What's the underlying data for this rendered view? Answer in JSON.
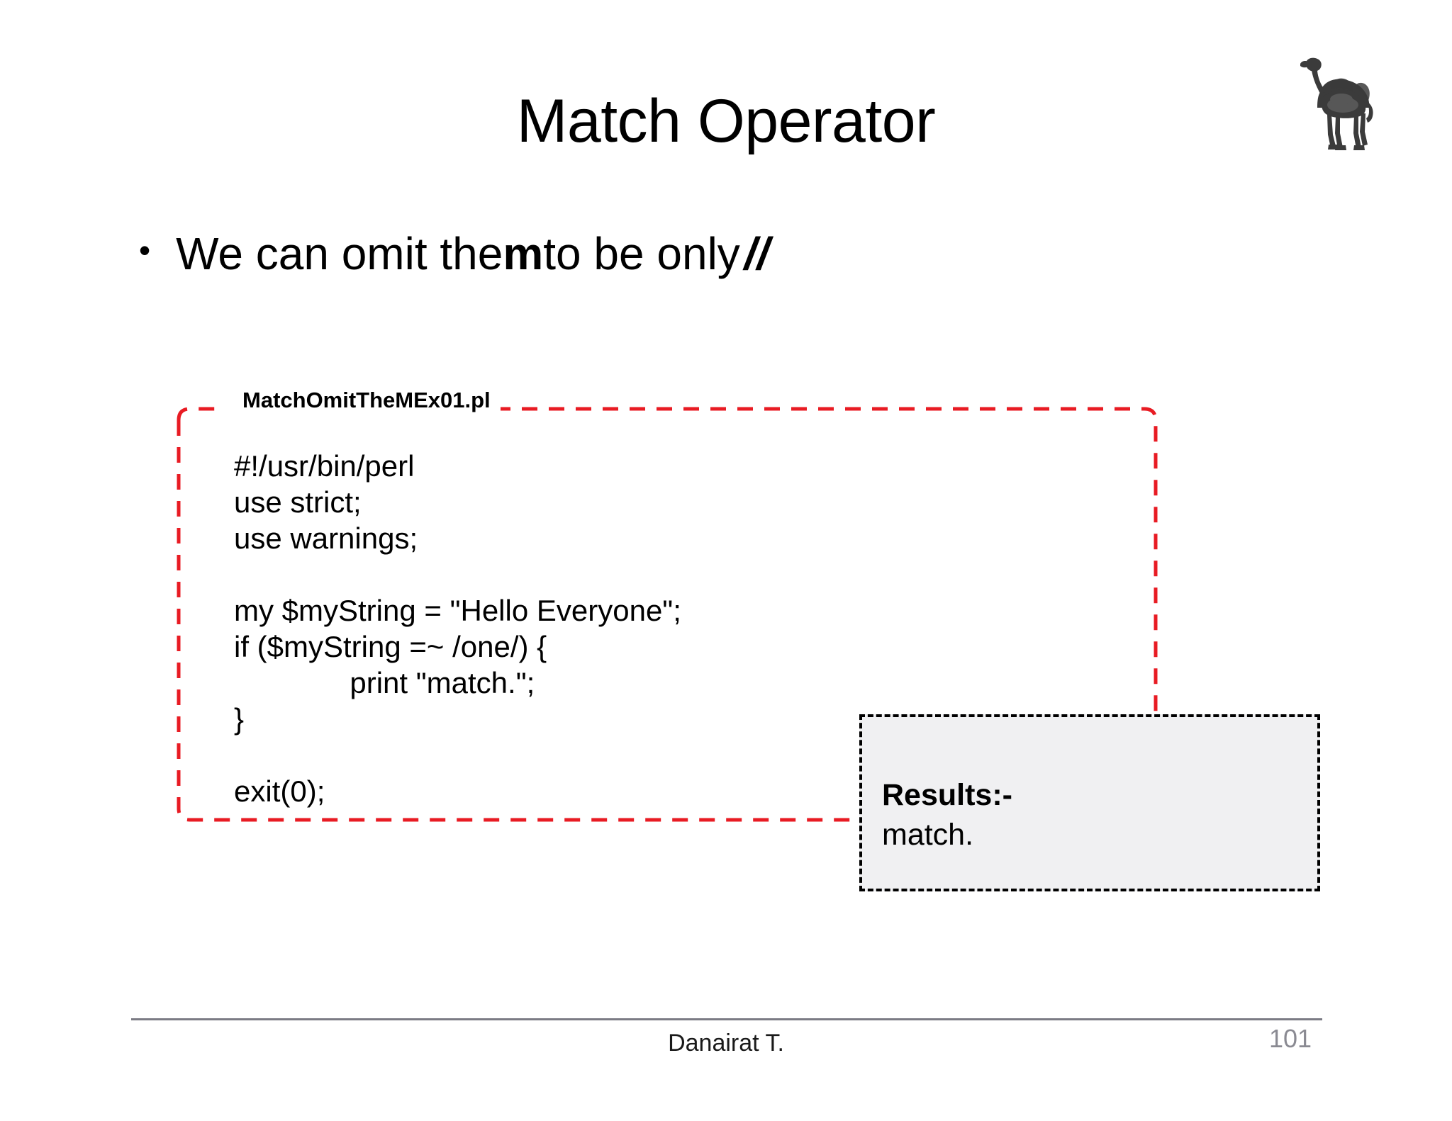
{
  "slide": {
    "title": "Match Operator",
    "logo_icon": "perl-camel-icon"
  },
  "bullet": {
    "marker": "•",
    "text_before": "We can omit the ",
    "emphasis": "m",
    "text_middle": " to be only ",
    "code_literal": "//"
  },
  "code_box": {
    "filename": "MatchOmitTheMEx01.pl",
    "border_color": "#e81b23",
    "code": "#!/usr/bin/perl\nuse strict;\nuse warnings;\n\nmy $myString = \"Hello Everyone\";\nif ($myString =~ /one/) {\n              print \"match.\";\n}\n\nexit(0);"
  },
  "results_box": {
    "label": "Results:-",
    "value": "match.",
    "background": "#f0f0f2",
    "border_color": "#000000"
  },
  "footer": {
    "author": "Danairat T.",
    "page_number": "101",
    "rule_color": "#7b7b84"
  }
}
